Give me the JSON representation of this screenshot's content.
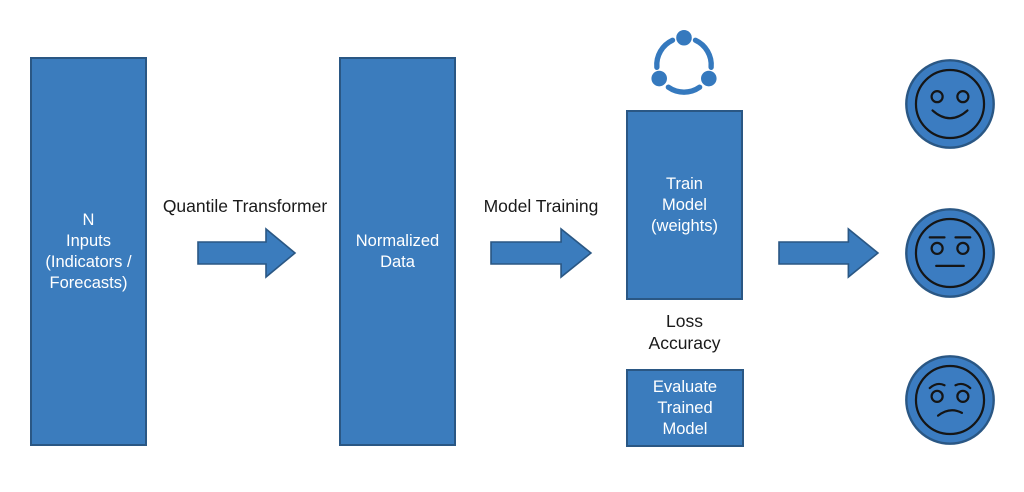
{
  "colors": {
    "shapeFill": "#3b7cbd",
    "shapeBorder": "#2a5784",
    "shapeText": "#ffffff",
    "labelText": "#1a1a1a",
    "faceFill": "#3b7cc1",
    "faceFeature": "#151515",
    "iconBlue": "#3579be"
  },
  "nodes": {
    "inputs": {
      "lines": [
        "N",
        "Inputs",
        "(Indicators /",
        "Forecasts)"
      ]
    },
    "normalized": {
      "lines": [
        "Normalized",
        "Data"
      ]
    },
    "train": {
      "lines": [
        "Train",
        "Model",
        "(weights)"
      ]
    },
    "evaluate": {
      "lines": [
        "Evaluate",
        "Trained",
        "Model"
      ]
    }
  },
  "labels": {
    "arrow1": "Quantile Transformer",
    "arrow2": "Model Training",
    "metrics": {
      "line1": "Loss",
      "line2": "Accuracy"
    }
  },
  "icons": {
    "cycle": "iteration-cycle-icon",
    "faces": [
      "happy-face-icon",
      "neutral-face-icon",
      "worried-face-icon"
    ]
  }
}
